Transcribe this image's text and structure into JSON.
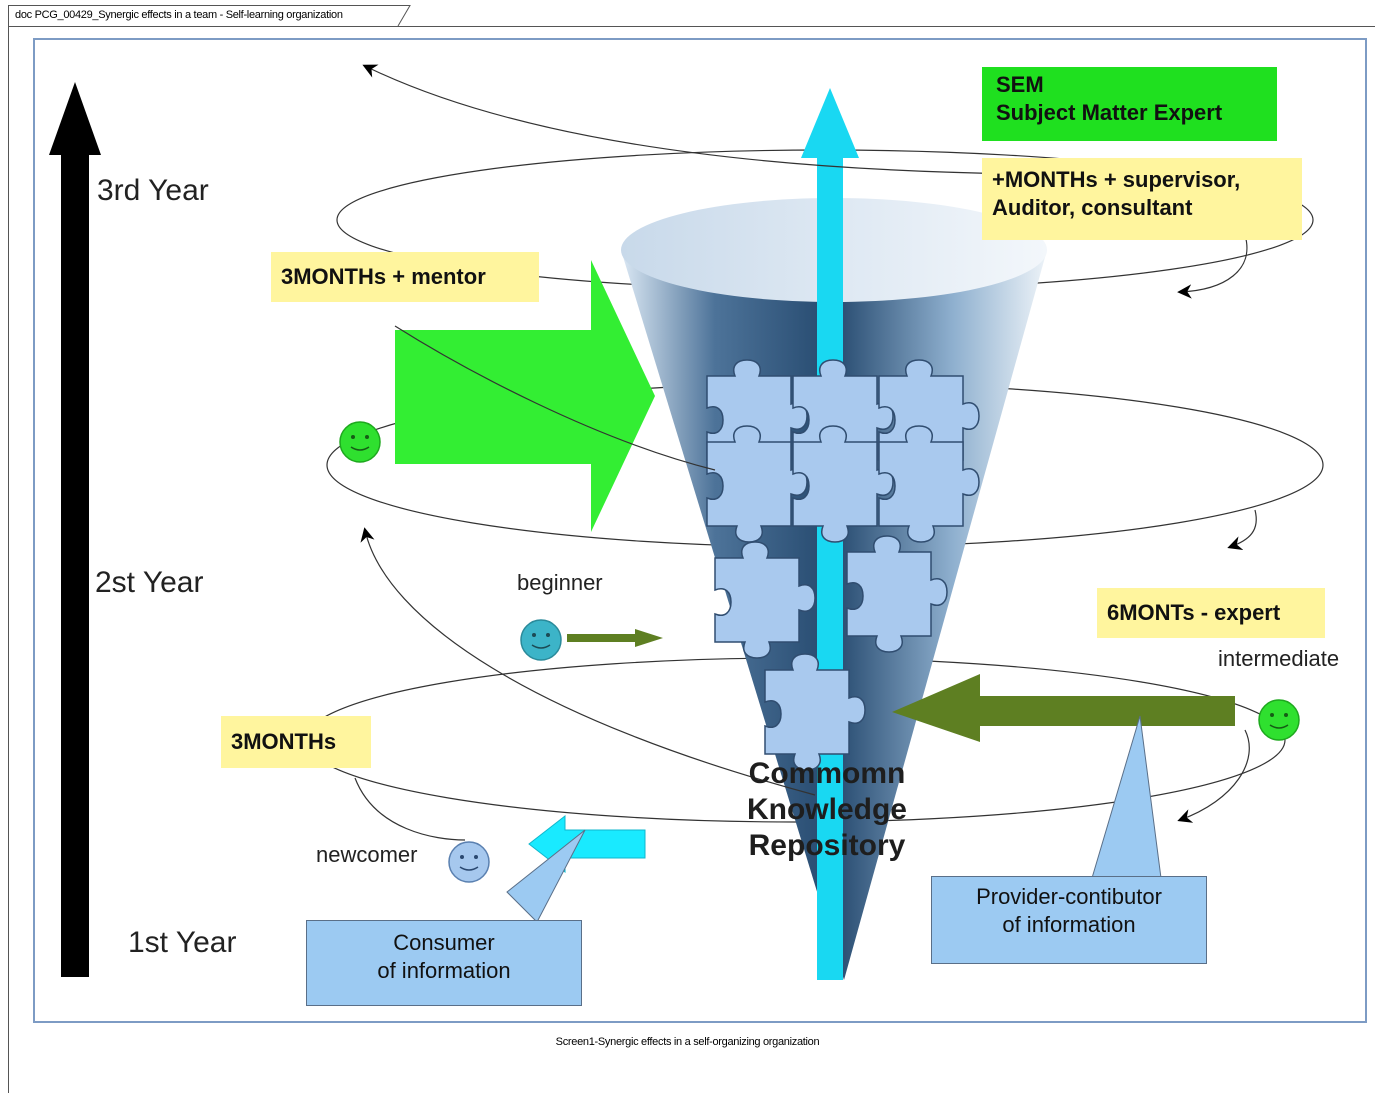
{
  "tab": {
    "title": "doc PCG_00429_Synergic effects in a team - Self-learning organization"
  },
  "caption": "Screen1-Synergic effects in a self-organizing organization",
  "years": {
    "third": "3rd Year",
    "second": "2st Year",
    "first": "1st Year"
  },
  "notes": {
    "mentor": "3MONTHs + mentor",
    "supervisor_line1": "+MONTHs + supervisor,",
    "supervisor_line2": "Auditor, consultant",
    "expert": "6MONTs - expert",
    "three_months": "3MONTHs"
  },
  "sem": {
    "line1": "SEM",
    "line2": "Subject Matter Expert"
  },
  "roles": {
    "beginner": "beginner",
    "intermediate": "intermediate",
    "newcomer": "newcomer"
  },
  "repository": {
    "line1": "Commomn",
    "line2": "Knowledge",
    "line3": "Repository"
  },
  "callouts": {
    "consumer_line1": "Consumer",
    "consumer_line2": "of information",
    "provider_line1": "Provider-contibutor",
    "provider_line2": "of information"
  },
  "colors": {
    "sem_green": "#1fe01f",
    "note_yellow": "#fff59e",
    "callout_blue": "#9ccaf2",
    "cyan_arrow": "#19d8f2",
    "olive_arrow": "#5e7f22",
    "cone": "#2f5a85"
  }
}
